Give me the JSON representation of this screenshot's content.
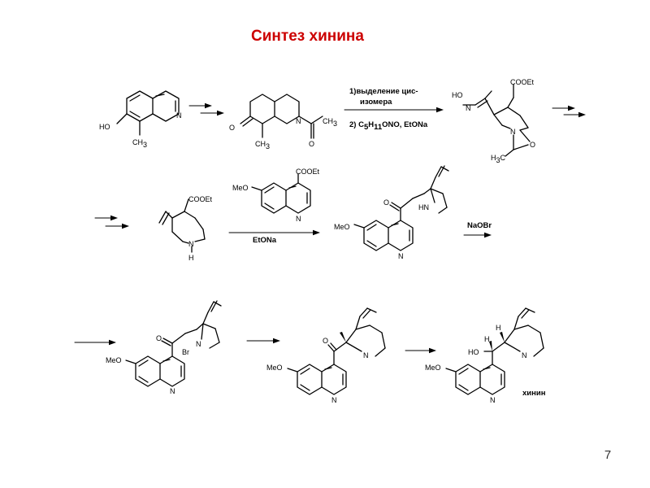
{
  "title": "Синтез хинина",
  "page_number": "7",
  "colors": {
    "title": "#cc0000",
    "ink": "#000000",
    "background": "#ffffff"
  },
  "atoms": {
    "ho": "HO",
    "ch": "CH",
    "sub3": "3",
    "n": "N",
    "o": "O",
    "nh": "HN",
    "h": "H",
    "br": "Br",
    "meo": "MeO",
    "cooet": "COOEt",
    "c_prefix": "C"
  },
  "reagents": {
    "step1_a": "1)выделение цис-",
    "step1_b": "изомера",
    "step2_prefix": "2) C",
    "step2_sub5": "5",
    "step2_h": "H",
    "step2_sub11": "11",
    "step2_rest": "ONO, EtONa",
    "etona": "EtONa",
    "naobr": "NaOBr"
  },
  "product_label": "хинин"
}
